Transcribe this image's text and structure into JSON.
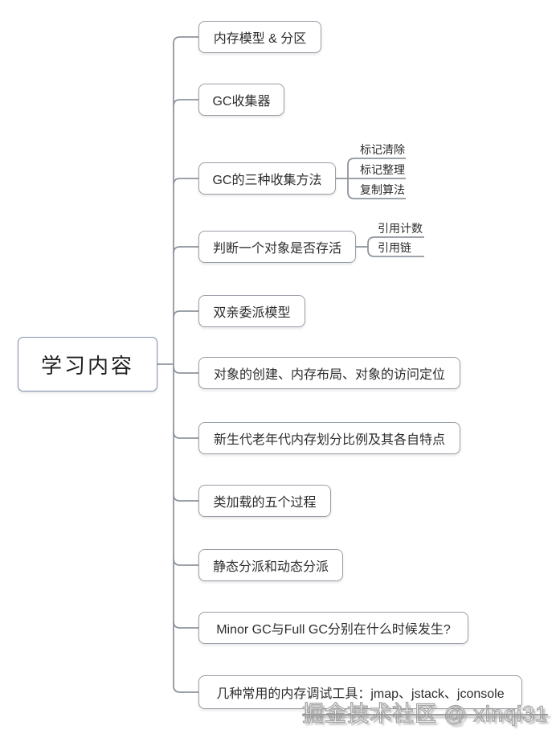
{
  "root": {
    "label": "学习内容"
  },
  "children": [
    {
      "label": "内存模型 & 分区"
    },
    {
      "label": "GC收集器"
    },
    {
      "label": "GC的三种收集方法",
      "children": [
        "标记清除",
        "标记整理",
        "复制算法"
      ]
    },
    {
      "label": "判断一个对象是否存活",
      "children": [
        "引用计数",
        "引用链"
      ]
    },
    {
      "label": "双亲委派模型"
    },
    {
      "label": "对象的创建、内存布局、对象的访问定位"
    },
    {
      "label": "新生代老年代内存划分比例及其各自特点"
    },
    {
      "label": "类加载的五个过程"
    },
    {
      "label": "静态分派和动态分派"
    },
    {
      "label": "Minor GC与Full GC分别在什么时候发生?"
    },
    {
      "label": "几种常用的内存调试工具：jmap、jstack、jconsole"
    }
  ],
  "watermark": {
    "text": "掘金技术社区 @ xinqi31"
  },
  "colors": {
    "connector_line": "#8f959d",
    "node_border": "#989ea6",
    "root_border": "#8691ae",
    "text": "#2d2d2d",
    "background": "#ffffff"
  }
}
